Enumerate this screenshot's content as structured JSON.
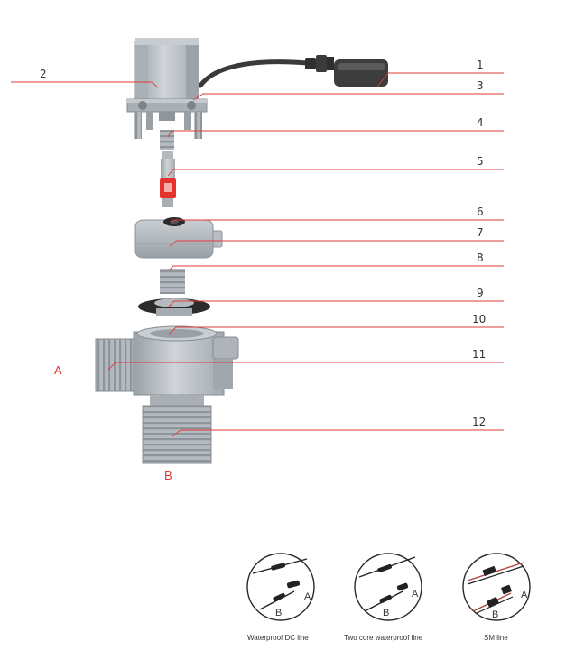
{
  "callouts": [
    "1",
    "2",
    "3",
    "4",
    "5",
    "6",
    "7",
    "8",
    "9",
    "10",
    "11",
    "12"
  ],
  "ports": {
    "a": "A",
    "b": "B"
  },
  "cables": [
    {
      "caption": "Waterproof DC line",
      "a": "A",
      "b": "B"
    },
    {
      "caption": "Two core waterproof line",
      "a": "A",
      "b": "B"
    },
    {
      "caption": "SM line",
      "a": "A",
      "b": "B"
    }
  ],
  "colors": {
    "leader": "#e03a3a",
    "body": "#b9bfc4",
    "bodyDark": "#8d959b",
    "plunger_tip": "#e5322d",
    "seal": "#2b2b2b"
  }
}
